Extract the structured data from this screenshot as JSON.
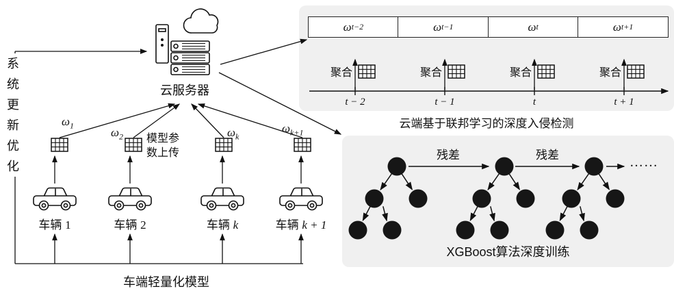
{
  "left_section": {
    "system_update_label": "系统更新优化",
    "cloud_server_label": "云服务器",
    "upload_label": "模型参数上传",
    "edge_model_label": "车端轻量化模型",
    "vehicles": [
      {
        "omega": "ω",
        "omega_sub": "1",
        "name": "车辆",
        "name_var": "1"
      },
      {
        "omega": "ω",
        "omega_sub": "2",
        "name": "车辆",
        "name_var": "2"
      },
      {
        "omega": "ω",
        "omega_sub": "k",
        "name": "车辆",
        "name_var": "k"
      },
      {
        "omega": "ω",
        "omega_sub": "k+1",
        "name": "车辆",
        "name_var": "k + 1"
      }
    ]
  },
  "federated_panel": {
    "caption": "云端基于联邦学习的深度入侵检测",
    "columns": [
      {
        "omega": "ω",
        "omega_sup": "t−2",
        "aggregate_label": "聚合",
        "tick_label": "t − 2"
      },
      {
        "omega": "ω",
        "omega_sup": "t−1",
        "aggregate_label": "聚合",
        "tick_label": "t − 1"
      },
      {
        "omega": "ω",
        "omega_sup": "t",
        "aggregate_label": "聚合",
        "tick_label": "t"
      },
      {
        "omega": "ω",
        "omega_sup": "t+1",
        "aggregate_label": "聚合",
        "tick_label": "t + 1"
      }
    ]
  },
  "xgboost_panel": {
    "caption": "XGBoost算法深度训练",
    "residuals": [
      "残差",
      "残差"
    ],
    "ellipsis": "……"
  },
  "colors": {
    "ink": "#111111",
    "panel_bg": "#f0f0f0"
  }
}
